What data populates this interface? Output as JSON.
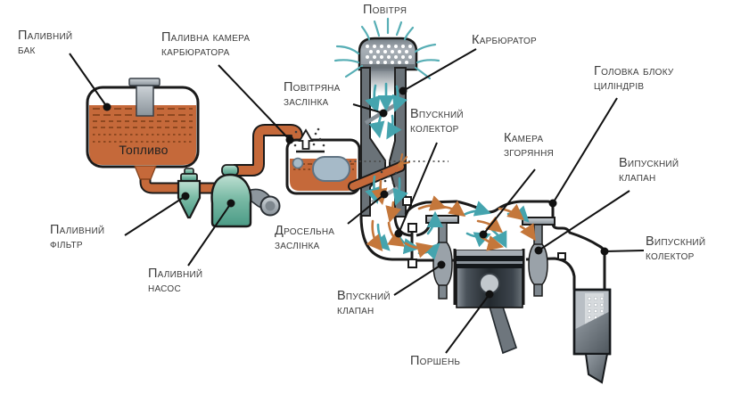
{
  "labels": {
    "air": {
      "line1": "Повітря"
    },
    "fuel_tank": {
      "line1": "Паливний",
      "line2": "бак"
    },
    "fuel_chamber": {
      "line1": "Паливна камера",
      "line2": "карбюратора"
    },
    "carburetor": {
      "line1": "Карбюратор"
    },
    "cylinder_head": {
      "line1": "Головка блоку",
      "line2": "циліндрів"
    },
    "air_damper": {
      "line1": "Повітряна",
      "line2": "заслінка"
    },
    "intake_manifold": {
      "line1": "Впускний",
      "line2": "колектор"
    },
    "combustion_chamber": {
      "line1": "Камера",
      "line2": "згоряння"
    },
    "exhaust_valve": {
      "line1": "Випускний",
      "line2": "клапан"
    },
    "exhaust_manifold": {
      "line1": "Випускний",
      "line2": "колектор"
    },
    "fuel_filter": {
      "line1": "Паливний",
      "line2": "фільтр"
    },
    "fuel_pump": {
      "line1": "Паливний",
      "line2": "насос"
    },
    "throttle": {
      "line1": "Дросельна",
      "line2": "заслінка"
    },
    "intake_valve": {
      "line1": "Впускний",
      "line2": "клапан"
    },
    "piston": {
      "line1": "Поршень"
    },
    "fuel": {
      "line1": "Топливо"
    }
  },
  "colors": {
    "fuel_orange": "#C5693A",
    "fuel_outline": "#7C3D18",
    "teal_part": "#5FA893",
    "metal_gray": "#98A1A8",
    "teal_arrow": "#45A4AE",
    "orange_arrow": "#C4773B",
    "float_blue": "#A6BAC8",
    "label_text": "#3C3C3C",
    "outline": "#1A1A1A"
  }
}
